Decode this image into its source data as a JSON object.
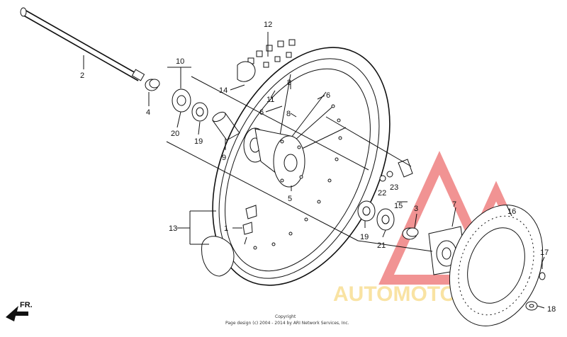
{
  "labels": {
    "p1": "1",
    "p2": "2",
    "p3": "3",
    "p4": "4",
    "p5": "5",
    "p6a": "6",
    "p6b": "6",
    "p7": "7",
    "p8a": "8",
    "p8b": "8",
    "p9": "9",
    "p10": "10",
    "p11": "11",
    "p12": "12",
    "p13": "13",
    "p14": "14",
    "p15": "15",
    "p16": "16",
    "p17": "17",
    "p18": "18",
    "p19a": "19",
    "p19b": "19",
    "p20": "20",
    "p21": "21",
    "p22": "22",
    "p23": "23"
  },
  "front_indicator": "FR.",
  "copyright": {
    "line1": "Copyright",
    "line2": "Page design (c) 2004 - 2014 by ARI Network Services, Inc."
  },
  "watermark": {
    "text": "AUTOMOTOHUB",
    "color": "#e63c3c",
    "text_color": "#f2c23a"
  }
}
